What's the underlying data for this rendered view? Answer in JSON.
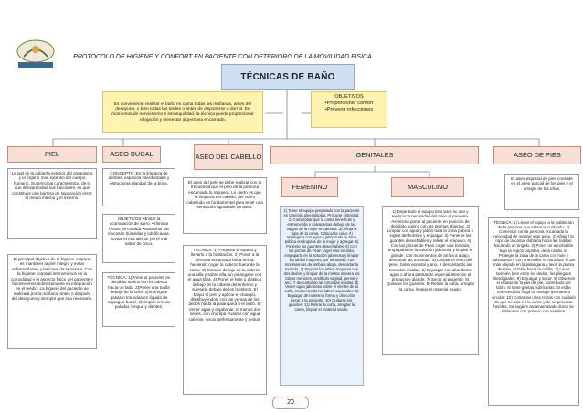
{
  "header": {
    "title": "PROTOCOLO DE HIGIENE Y CONFORT EN PACIENTE CON DETERIORO DE LA MOVILIDAD FISICA"
  },
  "logo": {
    "label": "UNIVERSIDAD"
  },
  "main_title": "TÉCNICAS DE BAÑO",
  "intro": "Es conveniente realizar el baño en cama todas las mañanas, antes del desayuno, o bien todas las tardes o antes de disponerse a dormir. En momentos de nerviosismo e intranquilidad, la técnica puede proporcionar relajación y bienestar al persona encamada.",
  "objetivos": {
    "title": "OBJETIVOS",
    "items": [
      "•Proporcionar confort",
      "•Prevenir infecciones"
    ]
  },
  "categories": {
    "piel": "PIEL",
    "aseo_bucal": "ASEO BUCAL",
    "aseo_cabello": "ASEO DEL CABELLO",
    "genitales": "GENITALES",
    "aseo_pies": "ASEO DE PIES",
    "femenino": "FEMENINO",
    "masculino": "MASCULINO"
  },
  "piel": {
    "p1": "La piel es la cubierta exterior del organismo y el órgano más extenso del cuerpo humano. Su principal característica, de la que derivan todas sus funciones, es que constituye una barrera de separación entre el medio interno y el externo.",
    "p2": "El principal objetivo de la higiene corporal es mantener la piel íntegra y evitar enfermedades y lesiones de la misma. Con la higiene corporal intervenimos en la comodidad y el aspecto físico del paciente y favorecemos indirectamente su integración en el medio. La higiene del paciente se realizará por la mañana, antes o después del desayuno y siempre que sea necesario."
  },
  "aseo_bucal": {
    "concepto": "CONCEPTO: Es la limpieza de dientes, espacios interdentales y estructuras blandas de la boca.",
    "objetivos": "OBJETIVOS: •Evitar la acumulación de sarro. •Eliminar restos de comida. •Mantener las mucosas húmedas y lubrificadas. •Evitar el mal aliento y/o el mal sabor de boca.",
    "tecnica": "TÉCNICA: 1)Poner al paciente en decúbito supino con la cabeza hacia un lado. 2)Poner una toalla debajo de la cara. 3)Impregnar gasas o torundas en líquido de enjuague bucal. 4)Limpiar encías, paladar, lengua y dientes."
  },
  "aseo_cabello": {
    "p1": "El aseo del pelo se debe realizar con la frecuencia que el pelo de la persona encamada lo requiera. Lo cierto es que la limpieza del cabello, del cuero cabelludo es fundamental para tener una sensación agradable de aseo.",
    "tecnica": "TÉCNICA: 1) Preparar el equipo y llevarlo a la habitación. 2) Poner a la persona encamada boca arriba, haciendo coger la cabeza fuera de la cama. 3) Colocar debajo de la cabeza una silla y sobre ella, un palangane con el agua tibia. 4) Poner el hule o plástico debajo de la cabeza del enfermo y sujetarlo debajo de los hombros. 5) Mojar el pelo y aplicar el champú, distribuyéndolo con las yemas de los dedos hasta la palangana o el cubo. 5) Verter agua y enjabonar, el menos dos veces, con champú. Aclarar con agua caliente, secar perfectamente y peinar."
  },
  "femenino": {
    "text": "1) Tener el equipo preparado con la paciente en posición ginecológica. Procurar intimidad. 2) Comprobar que la cama tiene hule y entremetida o salvacamas debajo de las nalgas de la mujer encamada. 3) Afloja la ropa de la cama. Colocar la cuña. 4) Impregnar con agua y jabón toda la zona púbica en ángulos de la mujer y agregar. 5) Ponerse los guantes desechables. 6) Con las pinzas de Pean coger una torunda, empaparla en la solución jabonosa y limpiar los labios mayores, por separado, con movimientos de arriba a abajo, descartar la torunda. 7) Separar los labios mayores con dos dedos, y limpiar de la misma manera los labios menores, vestíbulo vaginal, periné y ano. Y descartando las torundas usadas. 8) Verter agua jabonosa sobre el vientre de la cuña, manteniendo los labios separados. 9) Enjuagar de la misma forma y dirección, secar a la paciente. 10) Quitarse los guantes. 11) Retirar la cuña, arreglar la cama, limpiar el material usado."
  },
  "masculino": {
    "text": "1) Dejar todo el equipo listo para su uso y explicar la necesidad del aseo al paciente. Asimismo poner al paciente en posición de decúbito supino con las piernas abiertas. 2) Limpiar con agua y jabón toda la zona púbica e ingles del hombre y enjuagar. 3) Ponerse los guantes desechables y retirar el prepucio. 4) Con las pinzas de Pean coger una torunda, empaparla en la solución jabonosa y limpiar el glande, con movimientos de arriba a abajo; descartar las torundas. 5) Limpiar el resto del pene, bolsa escrotal y ano. Ir descartando las torundas usadas. 6) Enjuagar con abundante agua o ahora prestando especial atención al prepucio y glande. 7) Secar al paciente. 8) Quitarse los guantes. 9) Retirar la cuña, arreglar la cama, limpiar el material usado."
  },
  "aseo_pies": {
    "p1": "El aseo especial de pies consiste en el aseo parcial de los pies y el arreglo de las uñas.",
    "tecnica": "TÉCNICA: 1) Llevar el equipo a la habitación de la persona que estamos cuidando. 2) Comentar con la persona encamada la necesidad de realizar este aseo. 3) Afloja r la ropa de la cama, doblarla hacia las rodillas haciendo un ángulo. 4) Poner un almohadón bajo la región poplítea, de la rodilla. 5) Proteger la zona de la cama con hule y salvacama o con una toalla. 6) Introducir el pie más alejado en la palangana y lavar la planta de éste, el talón hacia la rodilla. 7) Lavar también bien entre los dedos, los pliegues interdigitales. 8) Enjuagar y secar. 9) Observar el estado de la piel del pie, sobre todo del talón. Si tiene grietas, lubricarlas. Si están enternecidos haga un masaje de manera circular. 10) Cortar las uñas rectas con cuidado de que no sale en la carne y de no provocar heridas. Se sugiere ardamamasado duras se reblanden con primero con vaselina."
  },
  "page_number": "20",
  "colors": {
    "title_fill": "#cfe0f5",
    "category_fill": "#f7dfd5",
    "note_fill": "#fff3b0",
    "connector": "#7b8fb0"
  }
}
